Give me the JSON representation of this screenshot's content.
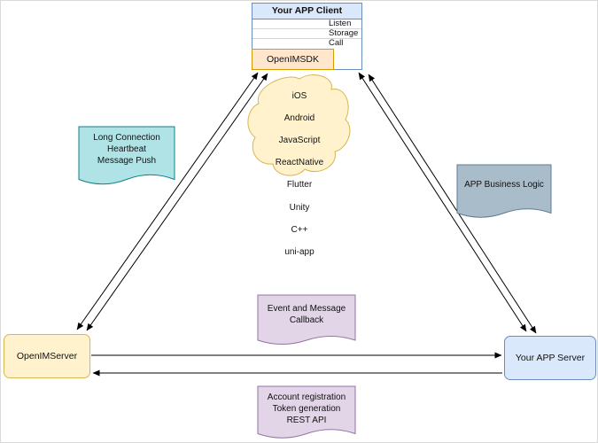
{
  "client": {
    "title": "Your APP Client",
    "rows": [
      "Listen",
      "Storage",
      "Call"
    ],
    "sdk_label": "OpenIMSDK"
  },
  "cloud": {
    "platforms": [
      "iOS",
      "Android",
      "JavaScript",
      "ReactNative",
      "Flutter",
      "Unity",
      "C++",
      "uni-app"
    ]
  },
  "notes": {
    "long_connection": "Long Connection\nHeartbeat\nMessage Push",
    "business_logic": "APP Business Logic",
    "event_callback": "Event and Message\nCallback",
    "account_api": "Account registration\nToken generation\nREST API"
  },
  "nodes": {
    "openim_server": "OpenIMServer",
    "app_server": "Your APP Server"
  },
  "colors": {
    "client_header_fill": "#dae8fc",
    "client_border": "#6c8ebf",
    "sdk_fill": "#ffe6cc",
    "sdk_border": "#d79b00",
    "openim_server_fill": "#fff2cc",
    "openim_server_border": "#d6b656",
    "app_server_fill": "#dae8fc",
    "app_server_border": "#6c8ebf",
    "cloud_fill": "#fff2cc",
    "cloud_border": "#d6b656",
    "note_teal_fill": "#b0e3e6",
    "note_teal_border": "#0e8088",
    "note_gray_fill": "#a9bcc9",
    "note_gray_border": "#5d7b93",
    "note_purple_fill": "#e1d5e7",
    "note_purple_border": "#9673a6",
    "arrow_color": "#000000"
  }
}
